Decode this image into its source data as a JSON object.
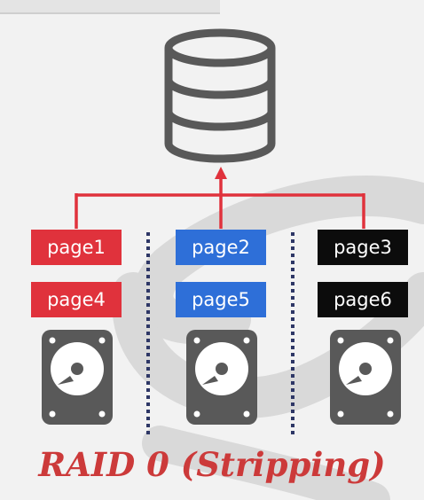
{
  "colors": {
    "background": "#f2f2f2",
    "watermark": "#d9d9d9",
    "icon": "#595959",
    "connector": "#e0323c",
    "divider": "#2e3766",
    "caption": "#cc3a3a"
  },
  "icons": {
    "database": "database-icon",
    "disk": "hard-disk-icon"
  },
  "disks": [
    {
      "pages": [
        {
          "label": "page1",
          "color": "#e0323c"
        },
        {
          "label": "page4",
          "color": "#e0323c"
        }
      ]
    },
    {
      "pages": [
        {
          "label": "page2",
          "color": "#2e6fd8"
        },
        {
          "label": "page5",
          "color": "#2e6fd8"
        }
      ]
    },
    {
      "pages": [
        {
          "label": "page3",
          "color": "#0c0c0c"
        },
        {
          "label": "page6",
          "color": "#0c0c0c"
        }
      ]
    }
  ],
  "caption": "RAID 0 (Stripping)"
}
